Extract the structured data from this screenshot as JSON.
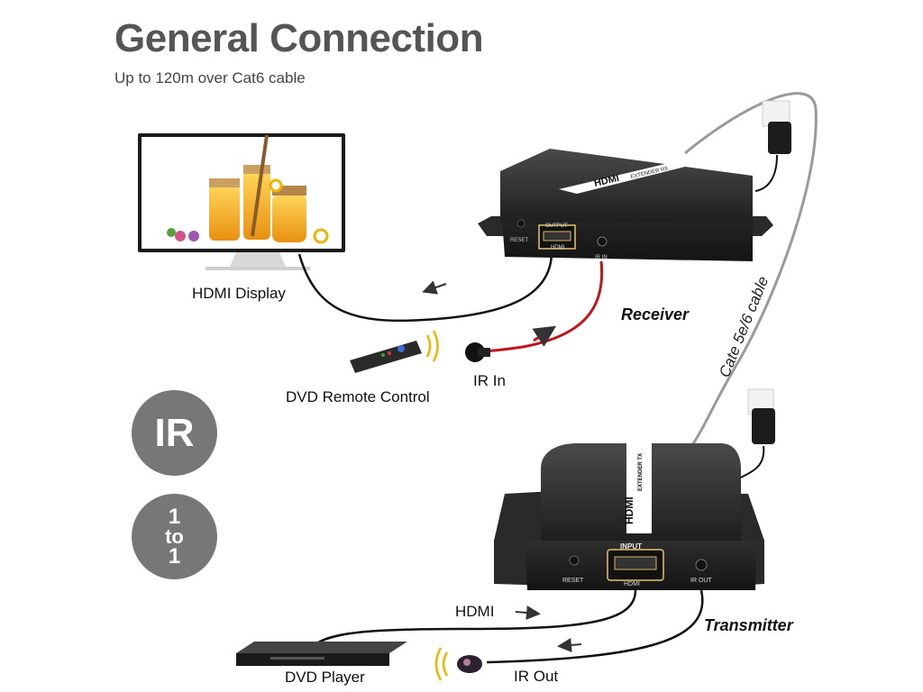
{
  "header": {
    "title": "General Connection",
    "subtitle": "Up to 120m over Cat6 cable"
  },
  "labels": {
    "hdmi_display": "HDMI Display",
    "receiver": "Receiver",
    "dvd_remote": "DVD Remote Control",
    "ir_in": "IR In",
    "cable": "Cate 5e/6 cable",
    "hdmi": "HDMI",
    "transmitter": "Transmitter",
    "dvd_player": "DVD Player",
    "ir_out": "IR Out"
  },
  "badges": {
    "ir": "IR",
    "ratio_top": "1",
    "ratio_mid": "to",
    "ratio_bottom": "1"
  },
  "device_text": {
    "brand": "HDMI",
    "receiver_model": "EXTENDER RX",
    "transmitter_model": "EXTENDER TX",
    "reset": "RESET",
    "output": "OUTPUT",
    "input": "INPUT",
    "port_hdmi": "HDMI",
    "ir_in_port": "IR IN",
    "ir_out_port": "IR OUT"
  },
  "colors": {
    "title": "#555555",
    "badge": "#777777",
    "ir_cable": "#c0151b",
    "device": "#2b2b2b"
  },
  "icons": [
    "hdmi-display-icon",
    "receiver-device-icon",
    "transmitter-device-icon",
    "power-adapter-icon",
    "remote-control-icon",
    "ir-receiver-icon",
    "ir-emitter-icon",
    "dvd-player-icon",
    "signal-waves-icon",
    "arrow-icon"
  ]
}
